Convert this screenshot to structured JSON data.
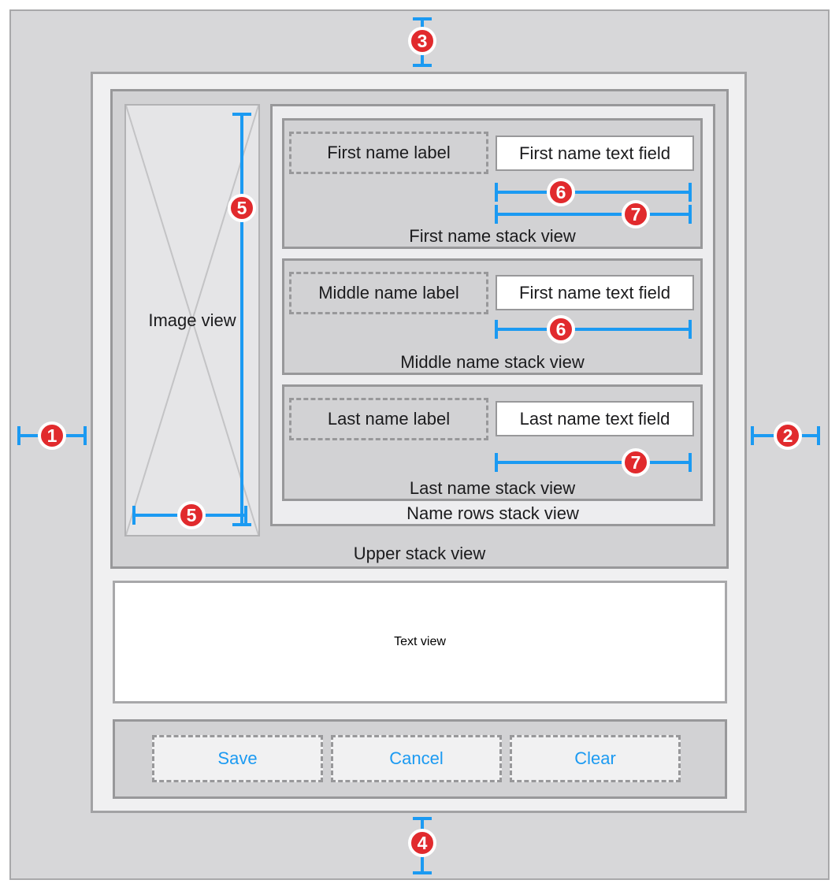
{
  "colors": {
    "scene_background": "#d7d7d9",
    "root_view_background": "#f0f0f1",
    "stack_view_background": "#d2d2d4",
    "light_stack_background": "#ededef",
    "image_view_background": "#e5e5e7",
    "border_gray": "#98989a",
    "constraint_blue": "#1b9af2",
    "marker_red": "#e12a2d",
    "button_text_blue": "#1b9af2"
  },
  "views": {
    "image_view_label": "Image view",
    "upper_stack_caption": "Upper stack view",
    "name_rows_caption": "Name rows stack view",
    "text_view_label": "Text view",
    "rows": [
      {
        "label": "First name label",
        "field": "First name text field",
        "caption": "First name stack view"
      },
      {
        "label": "Middle name label",
        "field": "First name text field",
        "caption": "Middle name stack view"
      },
      {
        "label": "Last name label",
        "field": "Last name text field",
        "caption": "Last name stack view"
      }
    ],
    "buttons": {
      "save": "Save",
      "cancel": "Cancel",
      "clear": "Clear"
    }
  },
  "markers": {
    "view_leading": {
      "number": "1"
    },
    "view_trailing": {
      "number": "2"
    },
    "view_top": {
      "number": "3"
    },
    "view_bottom": {
      "number": "4"
    },
    "image_size": {
      "number": "5"
    },
    "field_alignment": {
      "number": "6"
    },
    "field_width": {
      "number": "7"
    }
  }
}
